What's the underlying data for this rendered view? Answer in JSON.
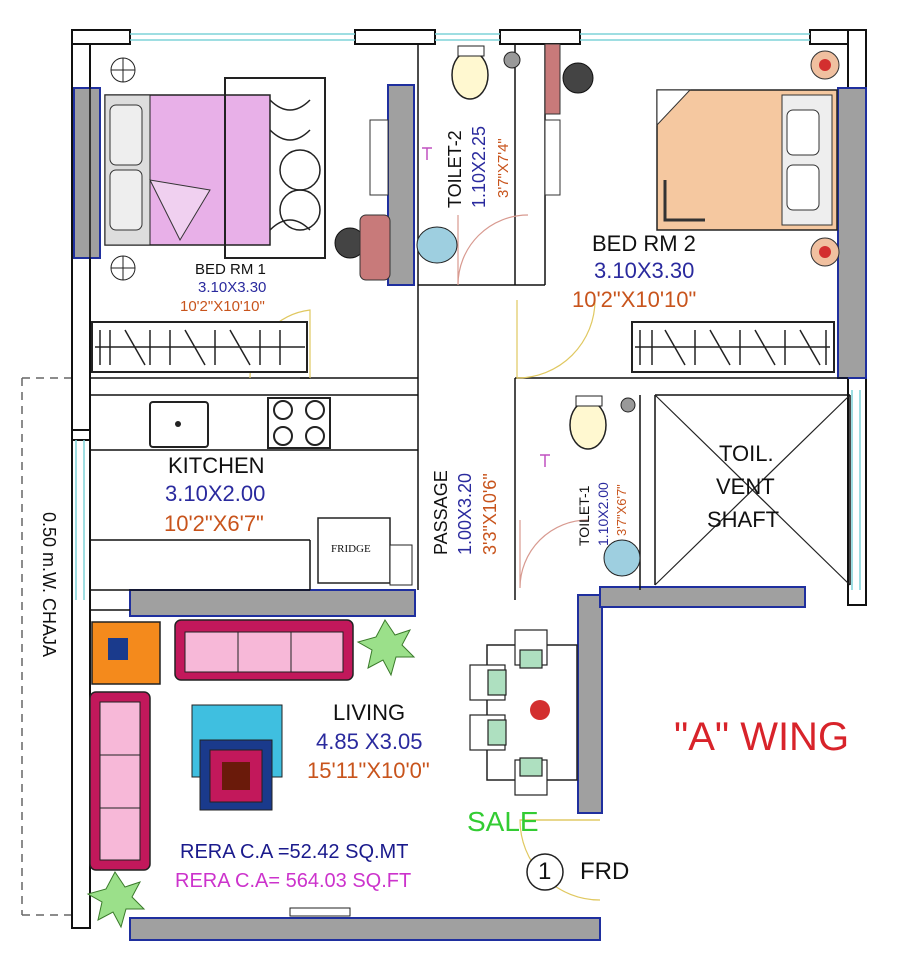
{
  "rooms": {
    "bed1": {
      "name": "BED RM  1",
      "size_m": "3.10X3.30",
      "size_ft": "10'2\"X10'10\""
    },
    "toilet2": {
      "name": "TOILET-2",
      "size_m": "1.10X2.25",
      "size_ft": "3'7\"X7'4\""
    },
    "bed2": {
      "name": "BED RM  2",
      "size_m": "3.10X3.30",
      "size_ft": "10'2\"X10'10\""
    },
    "kitchen": {
      "name": "KITCHEN",
      "size_m": "3.10X2.00",
      "size_ft": "10'2\"X6'7\""
    },
    "passage": {
      "name": "PASSAGE",
      "size_m": "1.00X3.20",
      "size_ft": "3'3\"X10'6\""
    },
    "toilet1": {
      "name": "TOILET-1",
      "size_m": "1.10X2.00",
      "size_ft": "3'7\"X6'7\""
    },
    "shaft": {
      "line1": "TOIL.",
      "line2": "VENT",
      "line3": "SHAFT"
    },
    "living": {
      "name": "LIVING",
      "size_m": "4.85 X3.05",
      "size_ft": "15'11\"X10'0\""
    }
  },
  "fridge_label": "FRIDGE",
  "chaja_label": "0.50 m.W. CHAJA",
  "wing_label": "\"A\" WING",
  "sale_label": "SALE",
  "rera_sqmt": "RERA C.A =52.42 SQ.MT",
  "rera_sqft": "RERA C.A= 564.03 SQ.FT",
  "flat_number": "1",
  "flat_tag": "FRD",
  "colors": {
    "wall_grey": "#a0a0a0",
    "wall_blue": "#1f2f9e",
    "room_blue_text": "#2a2a9e",
    "dim_orange_text": "#c8541c",
    "wing_red": "#d8232a",
    "sale_green": "#33cc33",
    "rera_blue": "#1a1a8c",
    "rera_magenta": "#cc33cc",
    "sofa_pink": "#c2185b",
    "bed_pink": "#e8b0e8",
    "bed2_peach": "#f5c8a0"
  },
  "icons": [
    "toilet-icon",
    "washbasin-icon",
    "sofa-icon",
    "bed-icon",
    "stove-icon",
    "sink-icon",
    "plant-icon",
    "telephone-icon",
    "dining-chair-icon",
    "lamp-icon"
  ]
}
